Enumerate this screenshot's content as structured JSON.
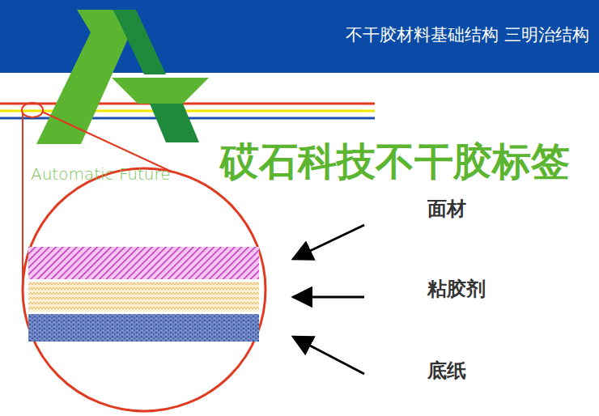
{
  "diagram": {
    "title": "不干胶材料基础结构   三明治结构",
    "labels": [
      "砹石科技不干胶标签",
      "Automatic Future",
      "面材",
      "粘胶剂",
      "底纸"
    ]
  }
}
